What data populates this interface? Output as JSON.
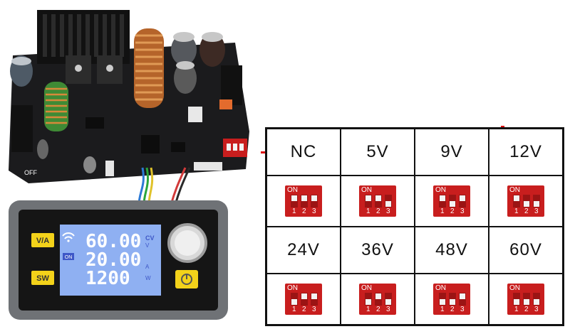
{
  "lcd": {
    "voltage": "60.00",
    "current": "20.00",
    "power": "1200",
    "mode": "CV",
    "unit_v": "V",
    "unit_a": "A",
    "unit_w": "W",
    "on_badge": "ON"
  },
  "buttons": {
    "va_label": "V/A",
    "sw_label": "SW"
  },
  "board": {
    "switch_label": "OFF"
  },
  "dip_table": {
    "cells": [
      {
        "label": "NC",
        "switches": [
          1,
          1,
          1
        ]
      },
      {
        "label": "5V",
        "switches": [
          1,
          1,
          0
        ]
      },
      {
        "label": "9V",
        "switches": [
          1,
          0,
          1
        ]
      },
      {
        "label": "12V",
        "switches": [
          1,
          0,
          0
        ]
      },
      {
        "label": "24V",
        "switches": [
          0,
          1,
          1
        ]
      },
      {
        "label": "36V",
        "switches": [
          0,
          1,
          0
        ]
      },
      {
        "label": "48V",
        "switches": [
          0,
          0,
          1
        ]
      },
      {
        "label": "60V",
        "switches": [
          0,
          0,
          0
        ]
      }
    ],
    "dip_on_label": "ON",
    "dip_numbers": [
      "1",
      "2",
      "3"
    ]
  },
  "colors": {
    "dip_red": "#c81e1e",
    "lcd_blue": "#8fb0f2",
    "button_yellow": "#f3d21a",
    "pcb": "#1b1b1d"
  }
}
